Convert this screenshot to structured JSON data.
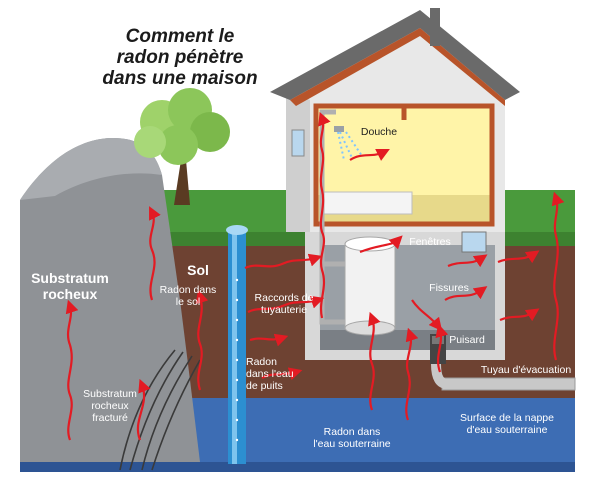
{
  "title_lines": [
    "Comment le",
    "radon pénètre",
    "dans une maison"
  ],
  "labels": {
    "substratum_rocheux": [
      "Substratum",
      "rocheux"
    ],
    "sol": "Sol",
    "radon_dans_le_sol": [
      "Radon dans",
      "le sol"
    ],
    "substratum_fracture": [
      "Substratum",
      "rocheux",
      "fracturé"
    ],
    "radon_eau_puits": [
      "Radon",
      "dans l'eau",
      "de puits"
    ],
    "raccords": [
      "Raccords de",
      "tuyauterie"
    ],
    "douche": "Douche",
    "fenetres": "Fenêtres",
    "fissures": "Fissures",
    "puisard": "Puisard",
    "tuyau": "Tuyau d'évacuation",
    "radon_eau_souterraine": [
      "Radon dans",
      "l'eau souterraine"
    ],
    "surface_nappe": [
      "Surface de la nappe",
      "d'eau souterraine"
    ]
  },
  "colors": {
    "sky": "#ffffff",
    "grass": "#4a9a3c",
    "soil": "#6e4232",
    "groundwater": "#3d6db4",
    "bedrock": "#8f9296",
    "house_wall": "#e6e6e6",
    "roof": "#6a6a6a",
    "house_frame": "#b8542a",
    "room_light": "#fff4a8",
    "radon_arrow": "#e31b23"
  }
}
